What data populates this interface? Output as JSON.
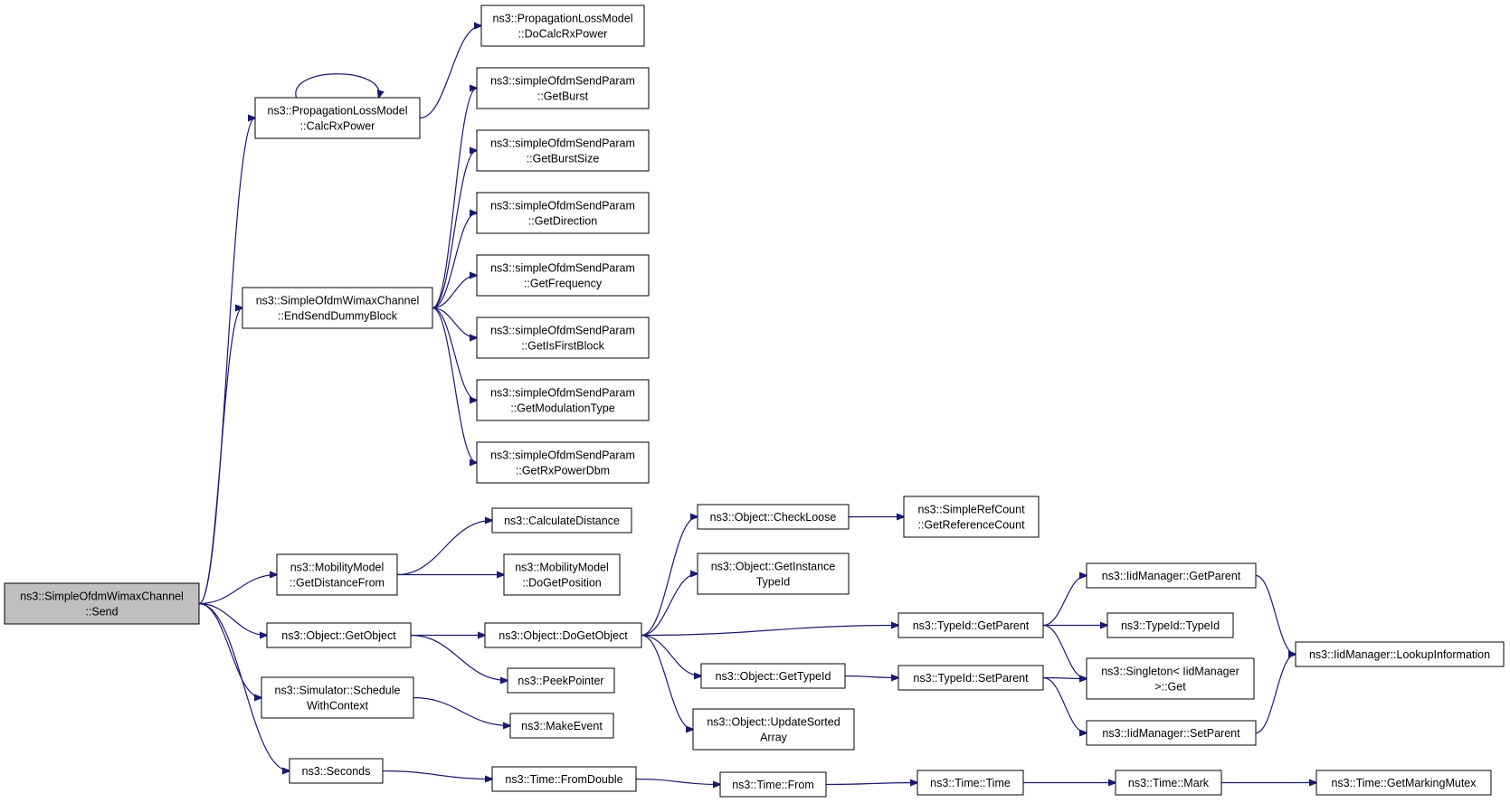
{
  "diagram": {
    "type": "call-graph",
    "colors": {
      "edge": "#191970",
      "node_border": "#000000",
      "root_fill": "#bfbfbf",
      "node_fill": "#ffffff"
    },
    "nodes": [
      {
        "id": "send",
        "lines": [
          "ns3::SimpleOfdmWimaxChannel",
          "::Send"
        ],
        "root": true
      },
      {
        "id": "calcrx",
        "lines": [
          "ns3::PropagationLossModel",
          "::CalcRxPower"
        ]
      },
      {
        "id": "docalcrx",
        "lines": [
          "ns3::PropagationLossModel",
          "::DoCalcRxPower"
        ]
      },
      {
        "id": "endsend",
        "lines": [
          "ns3::SimpleOfdmWimaxChannel",
          "::EndSendDummyBlock"
        ]
      },
      {
        "id": "getburst",
        "lines": [
          "ns3::simpleOfdmSendParam",
          "::GetBurst"
        ]
      },
      {
        "id": "getburstsize",
        "lines": [
          "ns3::simpleOfdmSendParam",
          "::GetBurstSize"
        ]
      },
      {
        "id": "getdirection",
        "lines": [
          "ns3::simpleOfdmSendParam",
          "::GetDirection"
        ]
      },
      {
        "id": "getfrequency",
        "lines": [
          "ns3::simpleOfdmSendParam",
          "::GetFrequency"
        ]
      },
      {
        "id": "getisfirst",
        "lines": [
          "ns3::simpleOfdmSendParam",
          "::GetIsFirstBlock"
        ]
      },
      {
        "id": "getmod",
        "lines": [
          "ns3::simpleOfdmSendParam",
          "::GetModulationType"
        ]
      },
      {
        "id": "getrxdbm",
        "lines": [
          "ns3::simpleOfdmSendParam",
          "::GetRxPowerDbm"
        ]
      },
      {
        "id": "getdistfrom",
        "lines": [
          "ns3::MobilityModel",
          "::GetDistanceFrom"
        ]
      },
      {
        "id": "calcdist",
        "lines": [
          "ns3::CalculateDistance"
        ]
      },
      {
        "id": "dogetpos",
        "lines": [
          "ns3::MobilityModel",
          "::DoGetPosition"
        ]
      },
      {
        "id": "getobject",
        "lines": [
          "ns3::Object::GetObject"
        ]
      },
      {
        "id": "dogetobject",
        "lines": [
          "ns3::Object::DoGetObject"
        ]
      },
      {
        "id": "peekptr",
        "lines": [
          "ns3::PeekPointer"
        ]
      },
      {
        "id": "checkloose",
        "lines": [
          "ns3::Object::CheckLoose"
        ]
      },
      {
        "id": "getrefcount",
        "lines": [
          "ns3::SimpleRefCount",
          "::GetReferenceCount"
        ]
      },
      {
        "id": "getinsttype",
        "lines": [
          "ns3::Object::GetInstance",
          "TypeId"
        ]
      },
      {
        "id": "gettypeid",
        "lines": [
          "ns3::Object::GetTypeId"
        ]
      },
      {
        "id": "updsorted",
        "lines": [
          "ns3::Object::UpdateSorted",
          "Array"
        ]
      },
      {
        "id": "tid_getparent",
        "lines": [
          "ns3::TypeId::GetParent"
        ]
      },
      {
        "id": "tid_setparent",
        "lines": [
          "ns3::TypeId::SetParent"
        ]
      },
      {
        "id": "iid_getparent",
        "lines": [
          "ns3::IidManager::GetParent"
        ]
      },
      {
        "id": "tid_typeid",
        "lines": [
          "ns3::TypeId::TypeId"
        ]
      },
      {
        "id": "singleton",
        "lines": [
          "ns3::Singleton< IidManager",
          ">::Get"
        ]
      },
      {
        "id": "iid_setparent",
        "lines": [
          "ns3::IidManager::SetParent"
        ]
      },
      {
        "id": "lookupinfo",
        "lines": [
          "ns3::IidManager::LookupInformation"
        ]
      },
      {
        "id": "schedule",
        "lines": [
          "ns3::Simulator::Schedule",
          "WithContext"
        ]
      },
      {
        "id": "makeevent",
        "lines": [
          "ns3::MakeEvent"
        ]
      },
      {
        "id": "seconds",
        "lines": [
          "ns3::Seconds"
        ]
      },
      {
        "id": "fromdouble",
        "lines": [
          "ns3::Time::FromDouble"
        ]
      },
      {
        "id": "timefrom",
        "lines": [
          "ns3::Time::From"
        ]
      },
      {
        "id": "timetime",
        "lines": [
          "ns3::Time::Time"
        ]
      },
      {
        "id": "timemark",
        "lines": [
          "ns3::Time::Mark"
        ]
      },
      {
        "id": "getmarkmutex",
        "lines": [
          "ns3::Time::GetMarkingMutex"
        ]
      }
    ],
    "edges": [
      [
        "send",
        "calcrx"
      ],
      [
        "send",
        "endsend"
      ],
      [
        "send",
        "getdistfrom"
      ],
      [
        "send",
        "getobject"
      ],
      [
        "send",
        "schedule"
      ],
      [
        "send",
        "seconds"
      ],
      [
        "calcrx",
        "calcrx"
      ],
      [
        "calcrx",
        "docalcrx"
      ],
      [
        "endsend",
        "getburst"
      ],
      [
        "endsend",
        "getburstsize"
      ],
      [
        "endsend",
        "getdirection"
      ],
      [
        "endsend",
        "getfrequency"
      ],
      [
        "endsend",
        "getisfirst"
      ],
      [
        "endsend",
        "getmod"
      ],
      [
        "endsend",
        "getrxdbm"
      ],
      [
        "getdistfrom",
        "calcdist"
      ],
      [
        "getdistfrom",
        "dogetpos"
      ],
      [
        "getobject",
        "dogetobject"
      ],
      [
        "getobject",
        "peekptr"
      ],
      [
        "dogetobject",
        "checkloose"
      ],
      [
        "dogetobject",
        "getinsttype"
      ],
      [
        "dogetobject",
        "tid_getparent"
      ],
      [
        "dogetobject",
        "gettypeid"
      ],
      [
        "dogetobject",
        "updsorted"
      ],
      [
        "checkloose",
        "getrefcount"
      ],
      [
        "gettypeid",
        "tid_setparent"
      ],
      [
        "tid_getparent",
        "iid_getparent"
      ],
      [
        "tid_getparent",
        "tid_typeid"
      ],
      [
        "tid_getparent",
        "singleton"
      ],
      [
        "tid_setparent",
        "singleton"
      ],
      [
        "tid_setparent",
        "iid_setparent"
      ],
      [
        "iid_getparent",
        "lookupinfo"
      ],
      [
        "iid_setparent",
        "lookupinfo"
      ],
      [
        "schedule",
        "makeevent"
      ],
      [
        "seconds",
        "fromdouble"
      ],
      [
        "fromdouble",
        "timefrom"
      ],
      [
        "timefrom",
        "timetime"
      ],
      [
        "timetime",
        "timemark"
      ],
      [
        "timemark",
        "getmarkmutex"
      ]
    ]
  }
}
